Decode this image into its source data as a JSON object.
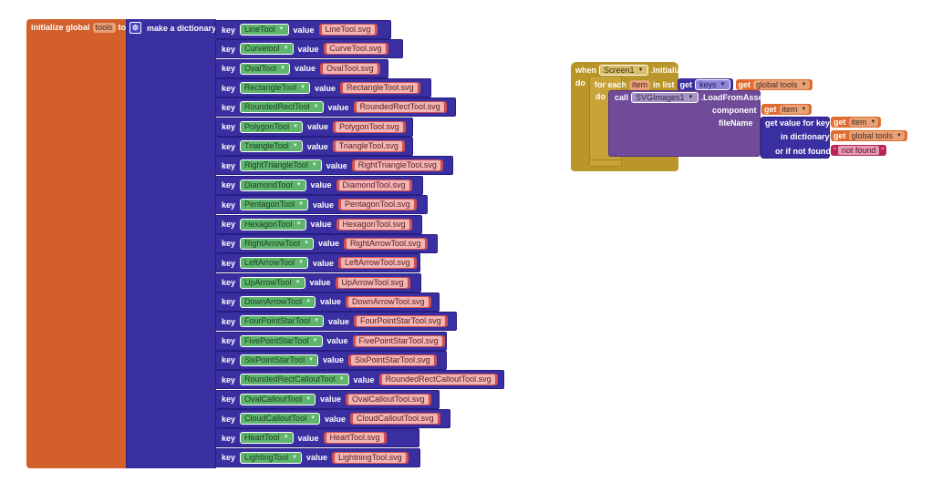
{
  "global_block": {
    "label": "initialize global",
    "var_name": "tools",
    "to_label": "to"
  },
  "dictionary_block": {
    "label": "make a dictionary",
    "mutator_icon": "gear-icon",
    "key_label": "key",
    "value_label": "value"
  },
  "pairs": [
    {
      "key": "LineTool",
      "value": "LineTool.svg"
    },
    {
      "key": "Curvetool",
      "value": "CurveTool.svg"
    },
    {
      "key": "OvalTool",
      "value": "OvalTool.svg"
    },
    {
      "key": "RectangleTool",
      "value": "RectangleTool.svg"
    },
    {
      "key": "RoundedRectTool",
      "value": "RoundedRectTool.svg"
    },
    {
      "key": "PolygonTool",
      "value": "PolygonTool.svg"
    },
    {
      "key": "TriangleTool",
      "value": "TriangleTool.svg"
    },
    {
      "key": "RightTriangleTool",
      "value": "RightTriangleTool.svg"
    },
    {
      "key": "DiamondTool",
      "value": "DiamondTool.svg"
    },
    {
      "key": "PentagonTool",
      "value": "PentagonTool.svg"
    },
    {
      "key": "HexagonTool",
      "value": "HexagonTool.svg"
    },
    {
      "key": "RightArrowTool",
      "value": "RightArrowTool.svg"
    },
    {
      "key": "LeftArrowTool",
      "value": "LeftArrowTool.svg"
    },
    {
      "key": "UpArrowTool",
      "value": "UpArrowTool.svg"
    },
    {
      "key": "DownArrowTool",
      "value": "DownArrowTool.svg"
    },
    {
      "key": "FourPointStarTool",
      "value": "FourPointStarTool.svg"
    },
    {
      "key": "FivePointStarTool",
      "value": "FivePointStarTool.svg"
    },
    {
      "key": "SixPointStarTool",
      "value": "SixPointStarTool.svg"
    },
    {
      "key": "RoundedRectCalloutTool",
      "value": "RoundedRectCalloutTool.svg"
    },
    {
      "key": "OvalCalloutTool",
      "value": "OvalCalloutTool.svg"
    },
    {
      "key": "CloudCalloutTool",
      "value": "CloudCalloutTool.svg"
    },
    {
      "key": "HeartTool",
      "value": "HeartTool.svg"
    },
    {
      "key": "LightingTool",
      "value": "LightningTool.svg"
    }
  ],
  "event_block": {
    "when_label": "when",
    "component": "Screen1",
    "event": ".Initialize",
    "do_label": "do",
    "for_each_label": "for each",
    "loop_var": "item",
    "in_list_label": "in list",
    "get_label": "get",
    "keys_field": "keys",
    "global_tools": "global tools",
    "inner_do_label": "do",
    "call_label": "call",
    "call_component": "SVGImages1",
    "method": ".LoadFromAsset",
    "component_label": "component",
    "filename_label": "fileName",
    "get_value_label": "get value for key",
    "in_dictionary_label": "in dictionary",
    "or_if_not_found_label": "or if not found",
    "not_found_value": "not found"
  },
  "colors": {
    "global_orange": "#d35f2b",
    "dictionary_blue": "#3a2fa0",
    "key_green": "#5fb56d",
    "string_red": "#d04f4f",
    "control_gold": "#b9952a",
    "component_purple": "#6f4b9a",
    "text_magenta": "#b8255a"
  }
}
